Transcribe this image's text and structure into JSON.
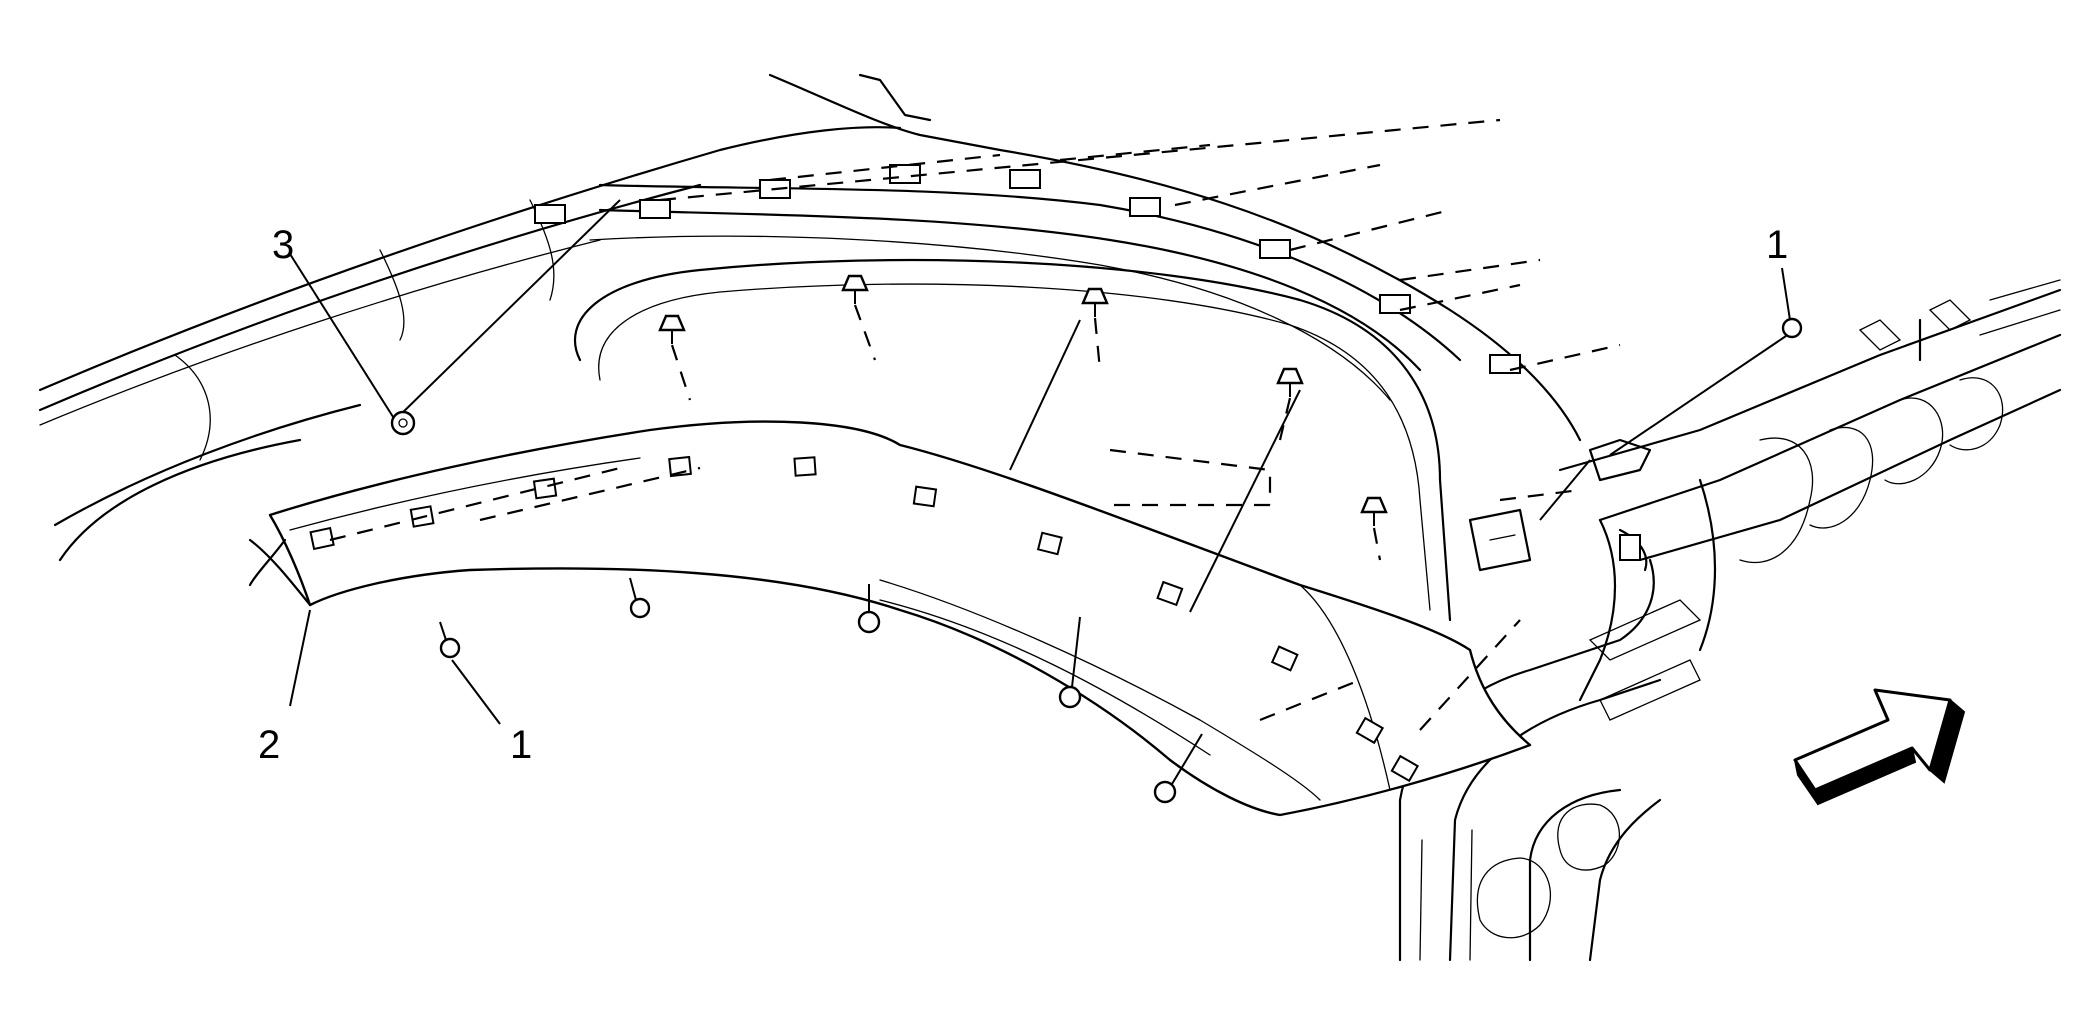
{
  "callouts": {
    "c1_left": "1",
    "c1_right": "1",
    "c2": "2",
    "c3": "3"
  },
  "icons": {
    "direction_arrow": "arrow-forward-icon"
  },
  "colors": {
    "line": "#000000",
    "background": "#ffffff"
  }
}
